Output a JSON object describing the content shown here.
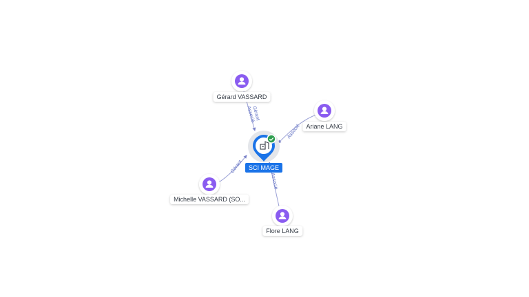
{
  "colors": {
    "edge": "#9aa0d6",
    "person_node": "#8a5cf0",
    "company_pin": "#1a73e8",
    "status_badge": "#2e9e4f",
    "halo": "#e4e6ea"
  },
  "center": {
    "label": "SCI MAGE",
    "icon": "building-icon",
    "badge_icon": "check-icon"
  },
  "nodes": [
    {
      "id": "gerard",
      "label": "Gérard VASSARD",
      "icon": "person-icon",
      "edge_labels": [
        "Gérant",
        "Associé"
      ]
    },
    {
      "id": "ariane",
      "label": "Ariane LANG",
      "icon": "person-icon",
      "edge_labels": [
        "Associé"
      ]
    },
    {
      "id": "michelle",
      "label": "Michelle VASSARD (SO...",
      "icon": "person-icon",
      "edge_labels": [
        "Gérant"
      ]
    },
    {
      "id": "flore",
      "label": "Flore LANG",
      "icon": "person-icon",
      "edge_labels": [
        "Associé"
      ]
    }
  ]
}
